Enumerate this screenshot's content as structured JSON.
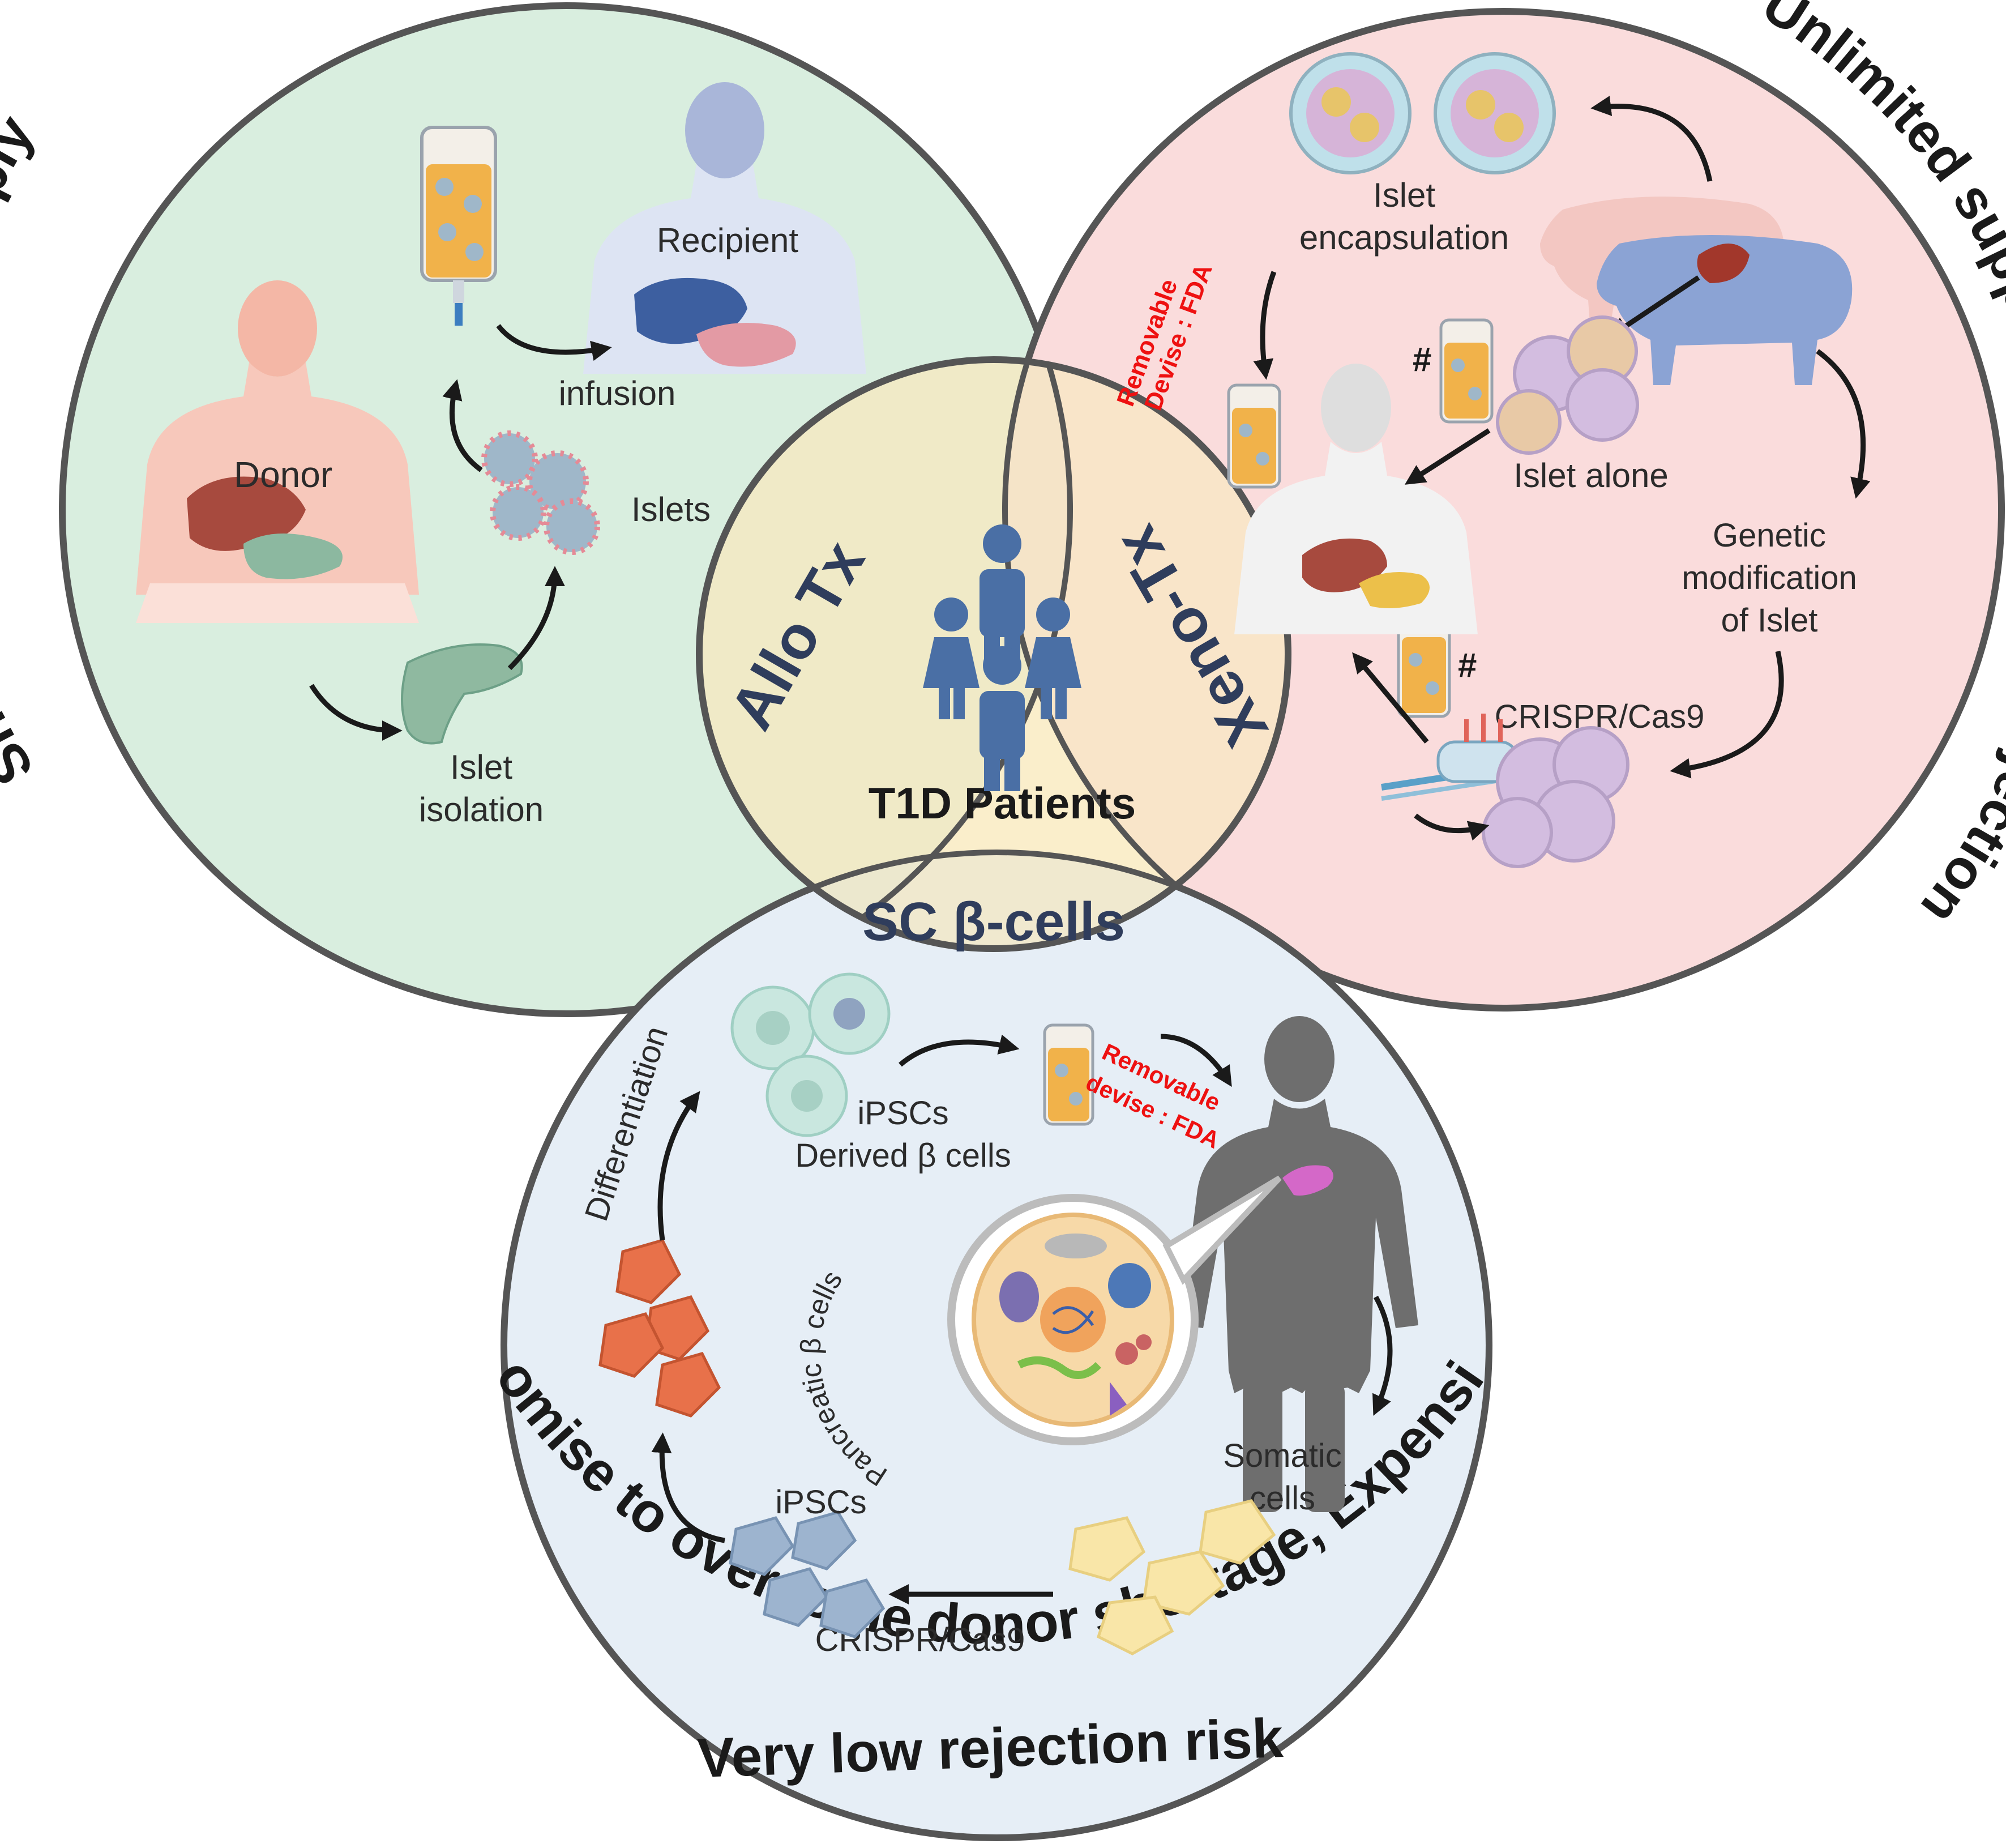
{
  "colors": {
    "allo_fill": "#d9eedf",
    "xeno_fill": "#fadcdc",
    "sc_fill": "#e6eef6",
    "center_fill": "#faeecb",
    "outline": "#555555",
    "navy": "#2f3d5c",
    "red_text": "#ee1111",
    "person_blue": "#4a6fa5"
  },
  "center": {
    "allo_label": "Allo Tx",
    "xeno_label": "Xeno-Tx",
    "sc_label": "SC β-cells",
    "patients_label": "T1D Patients",
    "icon": "people-group-icon"
  },
  "allo": {
    "title": "Shortage of donor supply",
    "donor": "Donor",
    "recipient": "Recipient",
    "infusion": "infusion",
    "islets": "Islets",
    "isolation_line1": "Islet",
    "isolation_line2": "isolation"
  },
  "xeno": {
    "title": "Unlimited supply, High risk of rejection",
    "encapsulation_line1": "Islet",
    "encapsulation_line2": "encapsulation",
    "removable_line1": "Removable",
    "removable_line2": "Devise : FDA",
    "hash1": "#",
    "hash2": "#",
    "islet_alone": "Islet  alone",
    "genetic_line1": "Genetic",
    "genetic_line2": "modification",
    "genetic_line3": "of Islet",
    "crispr": "CRISPR/Cas9"
  },
  "sc": {
    "title_line1": "Promise to overcome donor shortage, Expensive",
    "title_line2": "Very low rejection risk",
    "differentiation": "Differentiation",
    "ipsc_derived_line1": "iPSCs",
    "ipsc_derived_line2": "Derived β cells",
    "removable_line1": "Removable",
    "removable_line2": "devise : FDA",
    "pancreatic": "Pancreatic β cells",
    "somatic_line1": "Somatic",
    "somatic_line2": "cells",
    "ipscs": "iPSCs",
    "crispr": "CRISPR/Cas9"
  }
}
